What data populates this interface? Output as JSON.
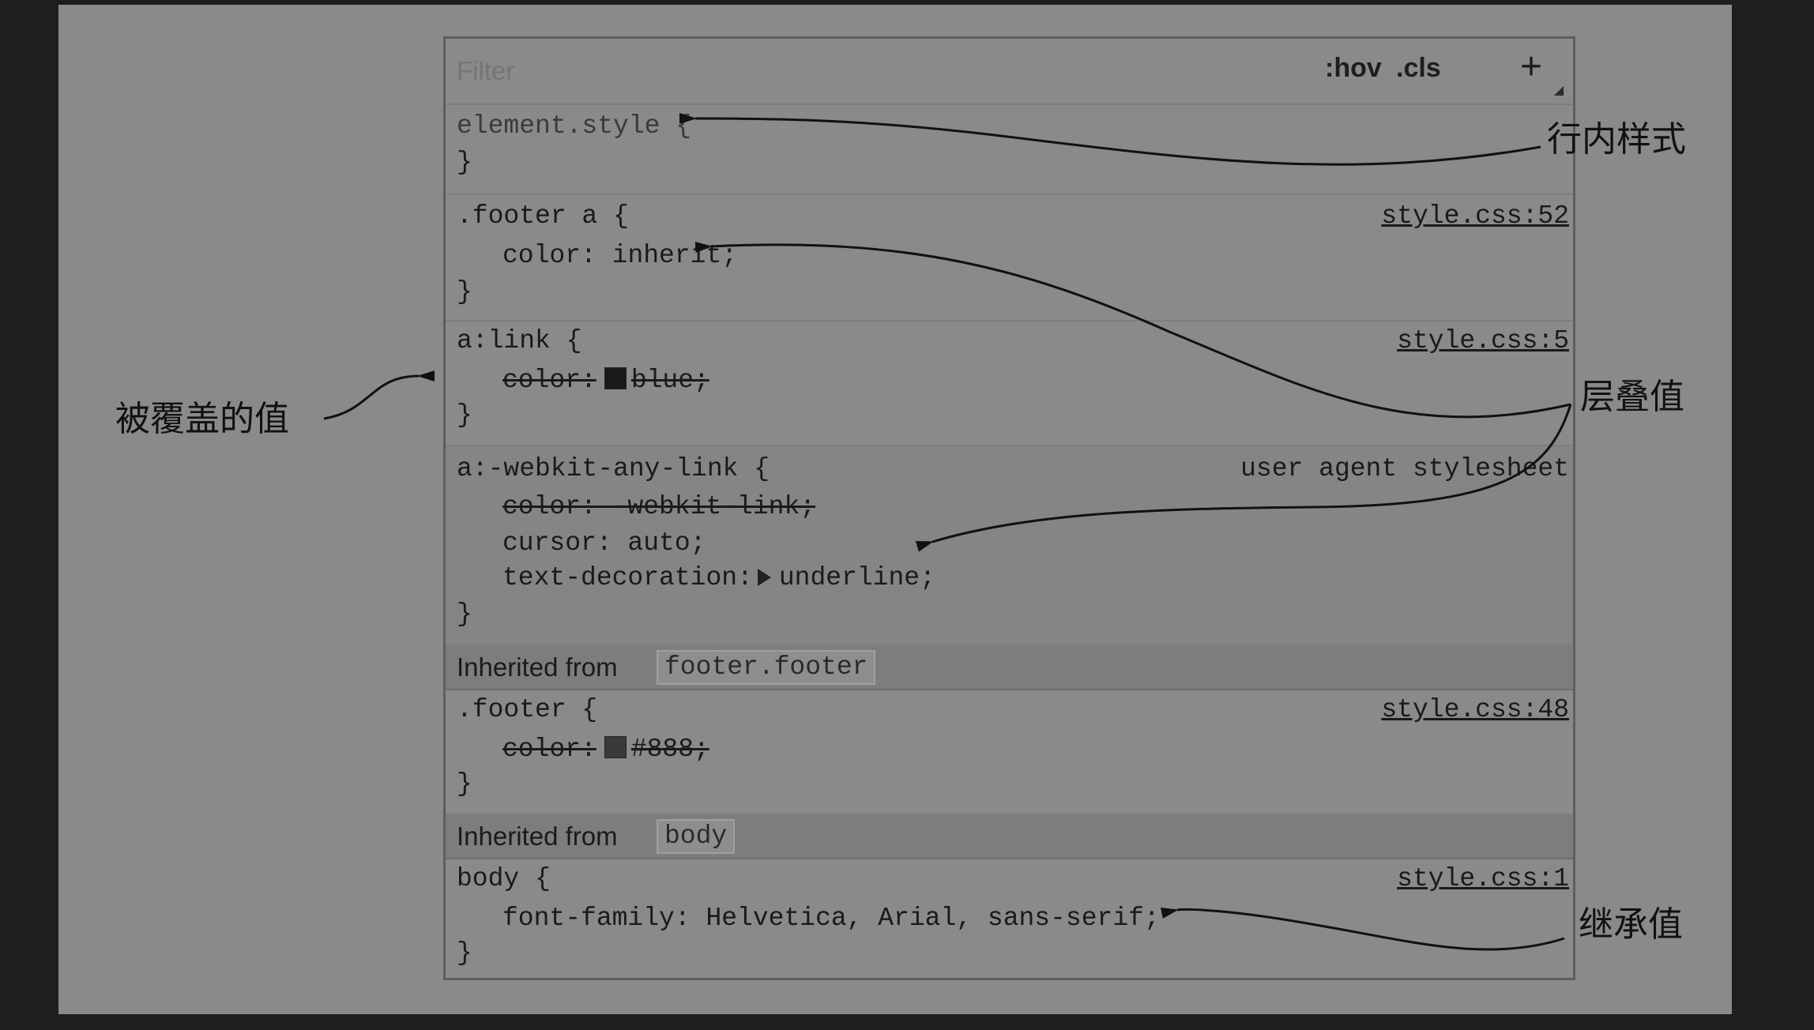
{
  "toolbar": {
    "filter_placeholder": "Filter",
    "hov_label": ":hov",
    "cls_label": ".cls",
    "add_label": "+"
  },
  "rules": {
    "element_style": {
      "selector": "element.style {",
      "close": "}"
    },
    "footer_a": {
      "selector": ".footer a {",
      "source": "style.css:52",
      "prop": "color",
      "value": "inherit;",
      "close": "}"
    },
    "a_link": {
      "selector": "a:link {",
      "source": "style.css:5",
      "prop_text": "color:",
      "value": "blue;",
      "swatch_color": "#1a1a1a",
      "close": "}"
    },
    "webkit_any_link": {
      "selector": "a:-webkit-any-link {",
      "source": "user agent stylesheet",
      "overridden": "color: -webkit-link;",
      "cursor": "cursor: auto;",
      "text_decoration_prop": "text-decoration:",
      "text_decoration_value": "underline;",
      "close": "}"
    },
    "footer": {
      "selector": ".footer {",
      "source": "style.css:48",
      "prop_text": "color:",
      "value": "#888;",
      "swatch_color": "#3a3a3a",
      "close": "}"
    },
    "body": {
      "selector": "body {",
      "source": "style.css:1",
      "decl": "font-family: Helvetica, Arial, sans-serif;",
      "close": "}"
    }
  },
  "inherited": [
    {
      "label": "Inherited from",
      "tag": "footer.footer"
    },
    {
      "label": "Inherited from",
      "tag": "body"
    }
  ],
  "annotations": {
    "inline_style": "行内样式",
    "overridden_value": "被覆盖的值",
    "cascaded_value": "层叠值",
    "inherited_value": "继承值"
  },
  "colors": {
    "stage_bg": "#8a8a8a",
    "outer_bg": "#1e1e1e",
    "inherited_bar": "#7d7d7d"
  }
}
